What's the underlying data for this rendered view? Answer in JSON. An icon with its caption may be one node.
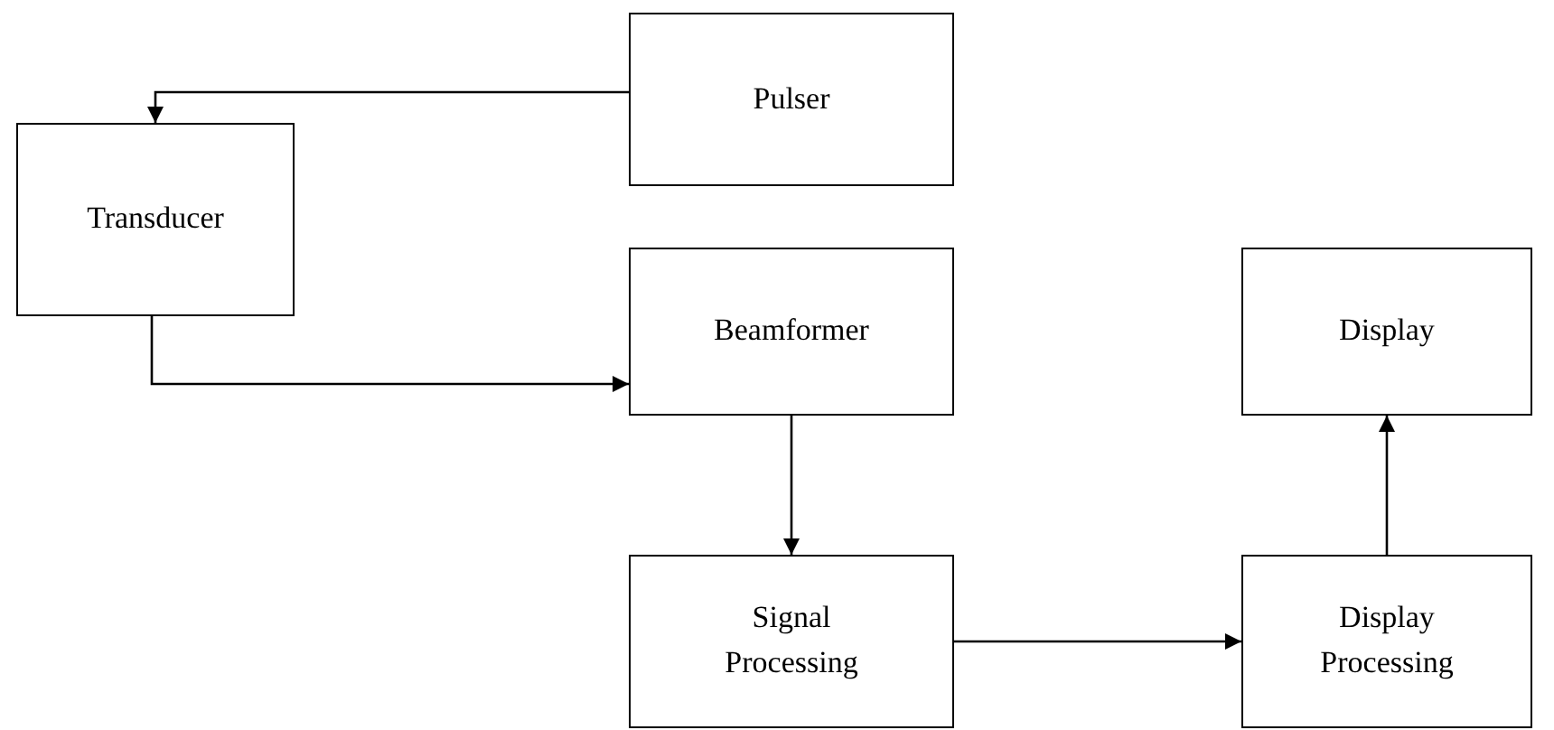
{
  "diagram": {
    "nodes": [
      {
        "text": [
          "Pulser"
        ]
      },
      {
        "text": [
          "Transducer"
        ]
      },
      {
        "text": [
          "Beamformer"
        ]
      },
      {
        "text": [
          "Display"
        ]
      },
      {
        "text": [
          "Signal Processing"
        ]
      },
      {
        "text": [
          "Display Processing"
        ]
      }
    ],
    "edges": [
      {
        "from": 0,
        "to": 1,
        "arrow": "to"
      },
      {
        "from": 1,
        "to": 2,
        "arrow": "to"
      },
      {
        "from": 2,
        "to": 4,
        "arrow": "to"
      },
      {
        "from": 4,
        "to": 5,
        "arrow": "to"
      },
      {
        "from": 5,
        "to": 3,
        "arrow": "to"
      }
    ]
  }
}
